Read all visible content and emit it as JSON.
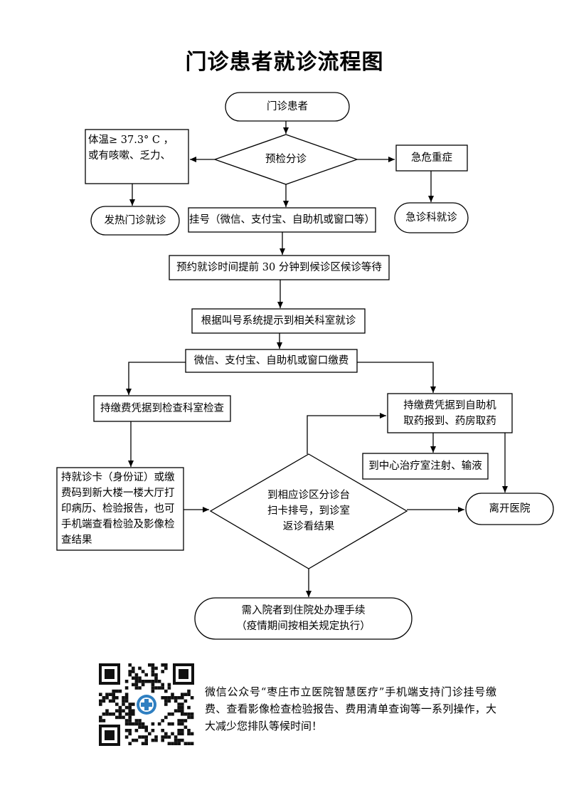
{
  "title": "门诊患者就诊流程图",
  "nodes": {
    "start": "门诊患者",
    "triage": "预检分诊",
    "fever_condition": "体温≥ 37.3° C ，\n或有咳嗽、乏力、",
    "fever_clinic": "发热门诊就诊",
    "critical": "急危重症",
    "emergency": "急诊科就诊",
    "register": "挂号（微信、支付宝、自助机或窗口等）",
    "wait": "预约就诊时间提前 30 分钟到候诊区候诊等待",
    "call": "根据叫号系统提示到相关科室就诊",
    "pay": "微信、支付宝、自助机或窗口缴费",
    "exam": "持缴费凭据到检查科室检查",
    "print_report": "持就诊卡（身份证）或缴\n费码到新大楼一楼大厅打\n印病历、检验报告，也可\n手机端查看检验及影像检\n查结果",
    "revisit": "到相应诊区分诊台\n扫卡排号，到诊室\n返诊看结果",
    "medicine": "持缴费凭据到自助机\n取药报到、药房取药",
    "injection": "到中心治疗室注射、输液",
    "leave": "离开医院",
    "admission": "需入院者到住院处办理手续\n（疫情期间按相关规定执行）"
  },
  "footnote": "微信公众号“枣庄市立医院智慧医疗”手机端支持门诊挂号缴费、查看影像检查检验报告、费用清单查询等一系列操作，大大减少您排队等候时间！",
  "qr": {
    "icon": "qr-code-icon",
    "center_logo": "hospital-logo-icon",
    "logo_color": "#2f7fc1"
  }
}
